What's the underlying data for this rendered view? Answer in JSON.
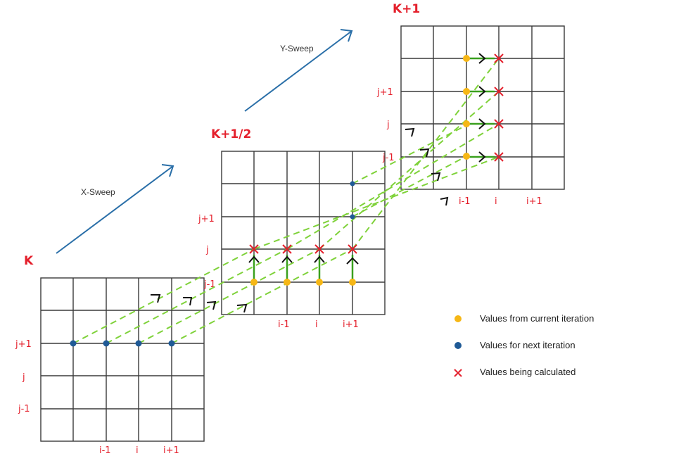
{
  "colors": {
    "current": "#f6b716",
    "next": "#1f5a96",
    "calc": "#e4202c",
    "dash": "#7fd23a",
    "arrow": "#2a6fa8",
    "grid": "#3a3a3a"
  },
  "grids": {
    "k": {
      "label": "K",
      "row_labels": [
        "j+1",
        "j",
        "j-1"
      ],
      "col_labels": [
        "i-1",
        "i",
        "i+1"
      ]
    },
    "k_half": {
      "label": "K+1/2",
      "row_labels": [
        "j+1",
        "j",
        "j-1"
      ],
      "col_labels": [
        "i-1",
        "i",
        "i+1"
      ]
    },
    "k1": {
      "label": "K+1",
      "row_labels": [
        "j+1",
        "j",
        "j-1"
      ],
      "col_labels": [
        "i-1",
        "i",
        "i+1"
      ]
    }
  },
  "sweeps": {
    "x": "X-Sweep",
    "y": "Y-Sweep"
  },
  "legend": [
    {
      "symbol": "dot",
      "color_key": "current",
      "label": "Values from current iteration"
    },
    {
      "symbol": "dot",
      "color_key": "next",
      "label": "Values for next iteration"
    },
    {
      "symbol": "cross",
      "color_key": "calc",
      "label": "Values being calculated"
    }
  ]
}
